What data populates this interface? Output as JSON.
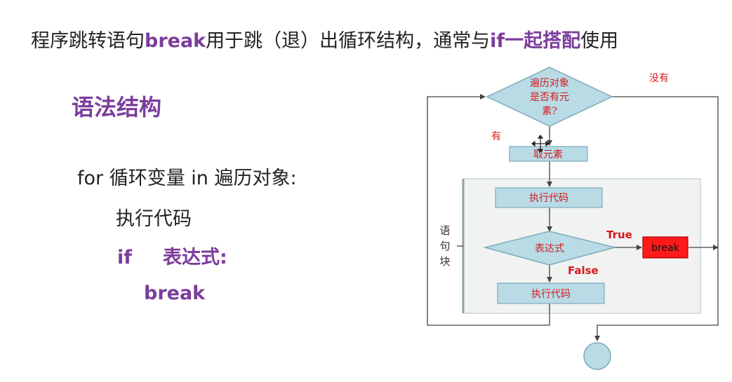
{
  "headline": {
    "part1": "程序跳转语句",
    "kw1": "break",
    "part2": "用于跳（退）出循环结构，通常与",
    "kw2": "if一起搭配",
    "part3": "使用"
  },
  "section_title": "语法结构",
  "code": {
    "line1": "for 循环变量 in 遍历对象:",
    "line2": "执行代码",
    "line3_if": "if",
    "line3_expr": "表达式:",
    "line4": "break"
  },
  "flowchart": {
    "decision1": [
      "遍历对象",
      "是否有元",
      "素?"
    ],
    "no_label": "没有",
    "yes_label": "有",
    "take_element": "取元素",
    "exec_code_1": "执行代码",
    "decision2": "表达式",
    "true_label": "True",
    "break_label": "break",
    "false_label": "False",
    "exec_code_2": "执行代码",
    "block_label": [
      "语",
      "句",
      "块"
    ]
  },
  "colors": {
    "keyword": "#7c3d9c",
    "box_fill": "#b8dbe6",
    "flow_text": "#d7191c",
    "break_fill": "#ff1a1a",
    "block_bg": "#f1f3f3"
  }
}
